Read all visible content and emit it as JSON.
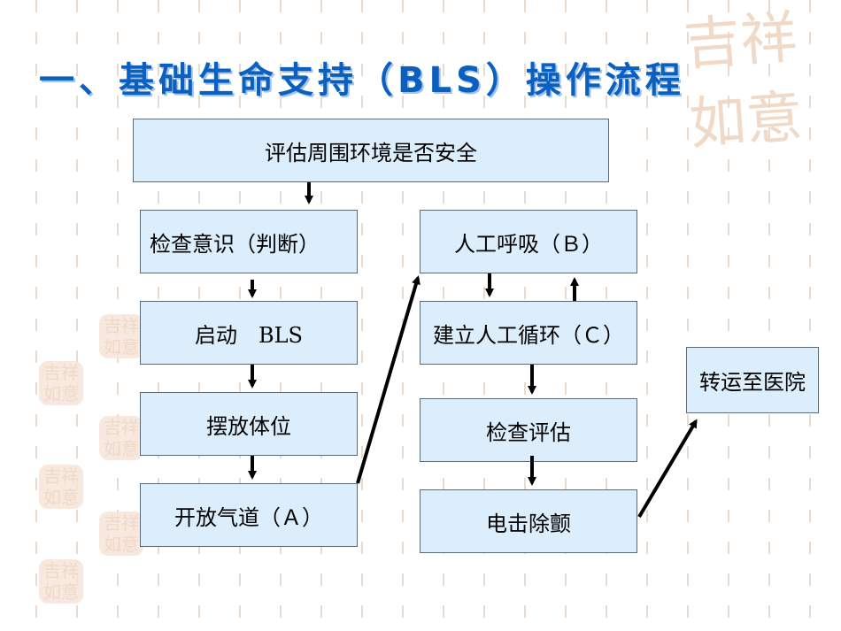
{
  "title": "一、基础生命支持（BLS）操作流程",
  "nodes": {
    "assess_env": "评估周围环境是否安全",
    "check_conscious": "检查意识（判断）",
    "start_bls": "启动　BLS",
    "position": "摆放体位",
    "open_airway": "开放气道（Ａ）",
    "breathing": "人工呼吸（Ｂ）",
    "circulation": "建立人工循环（Ｃ）",
    "check_assess": "检查评估",
    "defib": "电击除颤",
    "transfer": "转运至医院"
  },
  "watermark_text": "吉祥如意",
  "colors": {
    "title": "#0b5fbf",
    "box_fill": "#dceefb",
    "box_border": "#5a6a78",
    "arrow": "#000000",
    "watermark": "#eed3bd"
  }
}
